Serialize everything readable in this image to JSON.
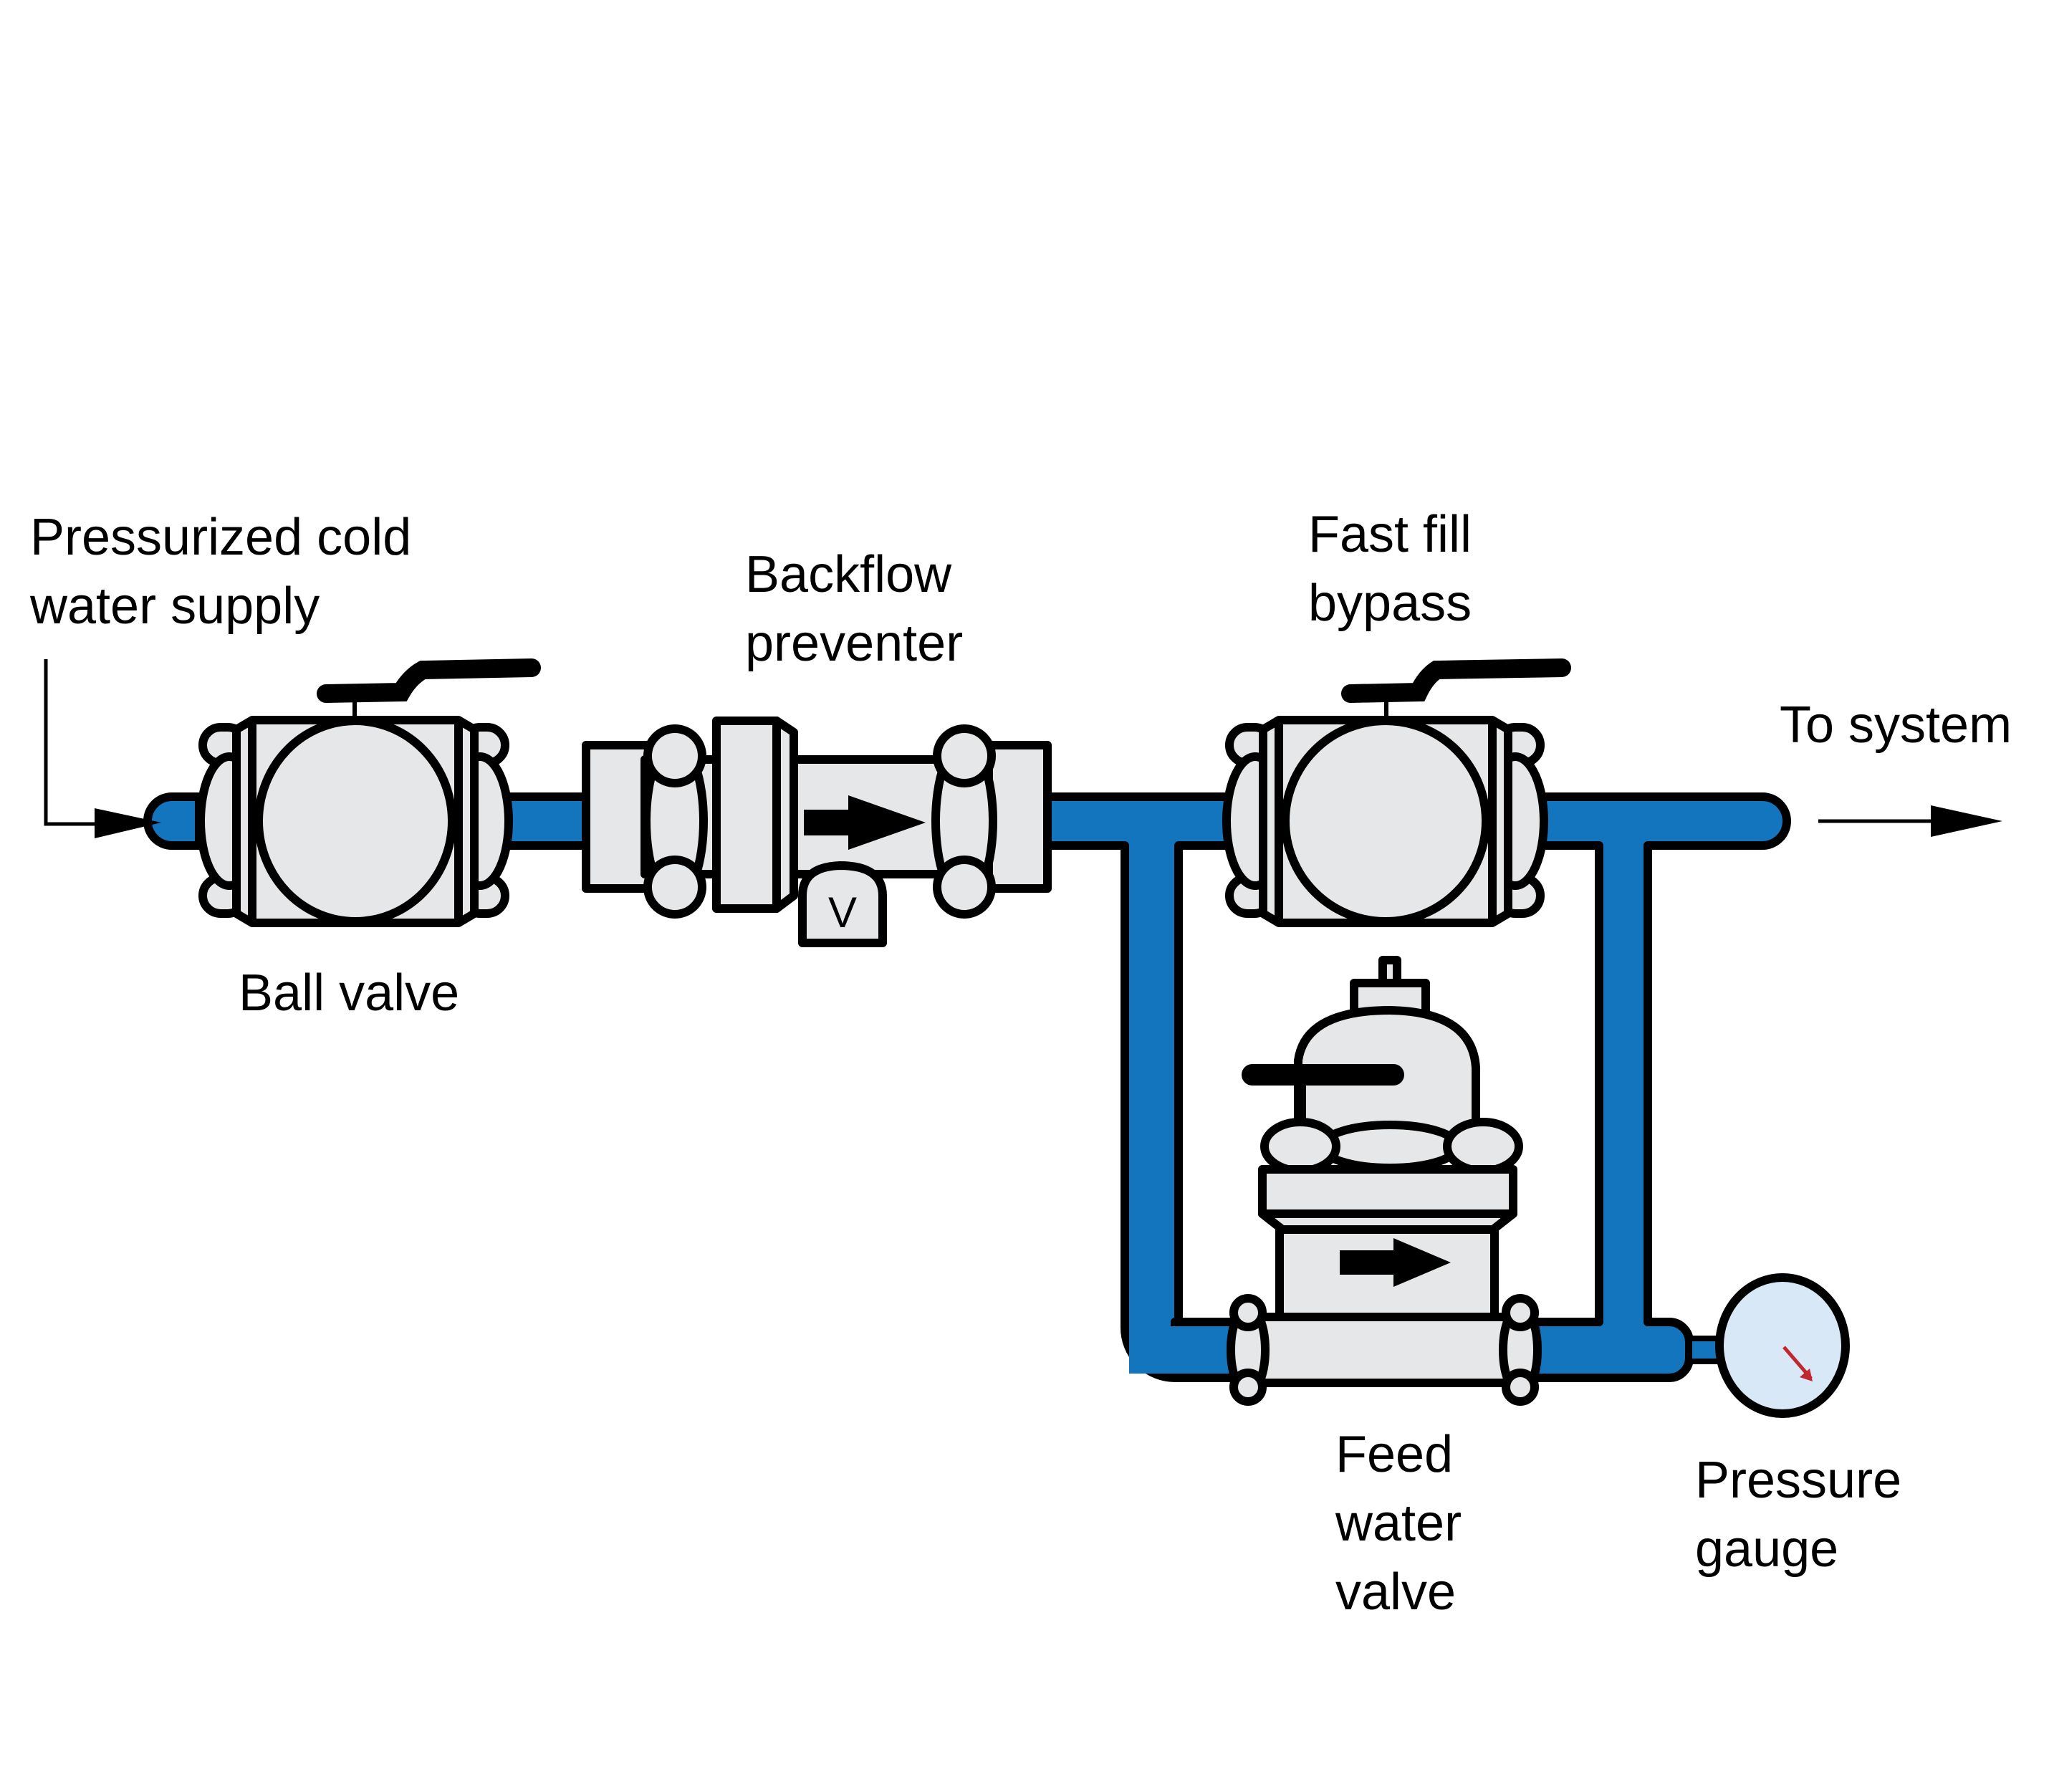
{
  "diagram": {
    "title": "Water supply feed piping",
    "colors": {
      "pipe": "#1275bd",
      "valve_body": "#e6e7e8",
      "outline": "#000000",
      "gauge_face": "#d8e8f7",
      "gauge_needle": "#c1272d"
    },
    "labels": {
      "supply": [
        "Pressurized cold",
        "water supply"
      ],
      "ball_valve": "Ball valve",
      "backflow": [
        "Backflow",
        "preventer"
      ],
      "backflow_port": "V",
      "bypass": [
        "Fast fill",
        "bypass"
      ],
      "to_system": "To system",
      "feed_valve": [
        "Feed",
        "water",
        "valve"
      ],
      "gauge": [
        "Pressure",
        "gauge"
      ]
    },
    "components": [
      {
        "id": "ball-valve",
        "name": "Ball valve"
      },
      {
        "id": "backflow-preventer",
        "name": "Backflow preventer"
      },
      {
        "id": "fast-fill-bypass",
        "name": "Fast fill bypass"
      },
      {
        "id": "feed-water-valve",
        "name": "Feed water valve"
      },
      {
        "id": "pressure-gauge",
        "name": "Pressure gauge"
      }
    ],
    "flow": [
      "Pressurized cold water supply",
      "Ball valve",
      "Backflow preventer",
      "Fast fill bypass / Feed water valve",
      "To system"
    ]
  }
}
